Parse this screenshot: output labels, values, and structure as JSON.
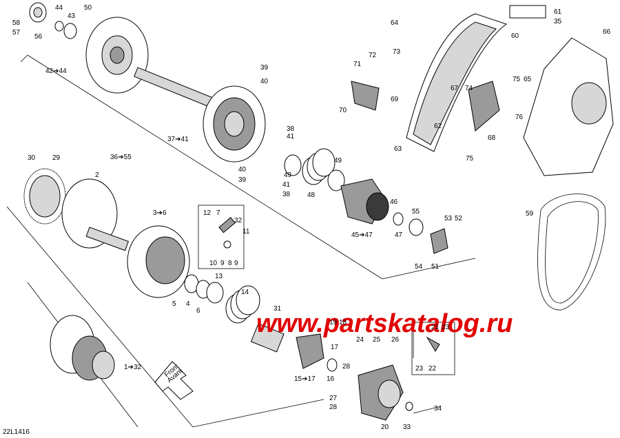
{
  "diagram_code": "22L1416",
  "watermark": "www.partskatalog.ru",
  "front_label": [
    "Front",
    "Avant"
  ],
  "callouts": [
    "58",
    "57",
    "56",
    "44",
    "43",
    "50",
    "42➔44",
    "39",
    "40",
    "36➔55",
    "37➔41",
    "38",
    "41",
    "40",
    "39",
    "41",
    "38",
    "30",
    "29",
    "2",
    "3➔6",
    "12",
    "7",
    "32",
    "11",
    "10",
    "9",
    "8",
    "9",
    "49",
    "49",
    "48",
    "45➔47",
    "46",
    "47",
    "55",
    "53",
    "52",
    "54",
    "51",
    "13",
    "14",
    "5",
    "4",
    "6",
    "31",
    "19",
    "18",
    "17",
    "15➔17",
    "16",
    "1➔32",
    "21",
    "23",
    "24",
    "25",
    "26",
    "28",
    "23",
    "22",
    "27",
    "28",
    "20",
    "33",
    "34",
    "64",
    "61",
    "35",
    "60",
    "66",
    "73",
    "72",
    "71",
    "74",
    "75",
    "65",
    "67",
    "69",
    "70",
    "76",
    "62",
    "63",
    "68",
    "75",
    "59"
  ]
}
